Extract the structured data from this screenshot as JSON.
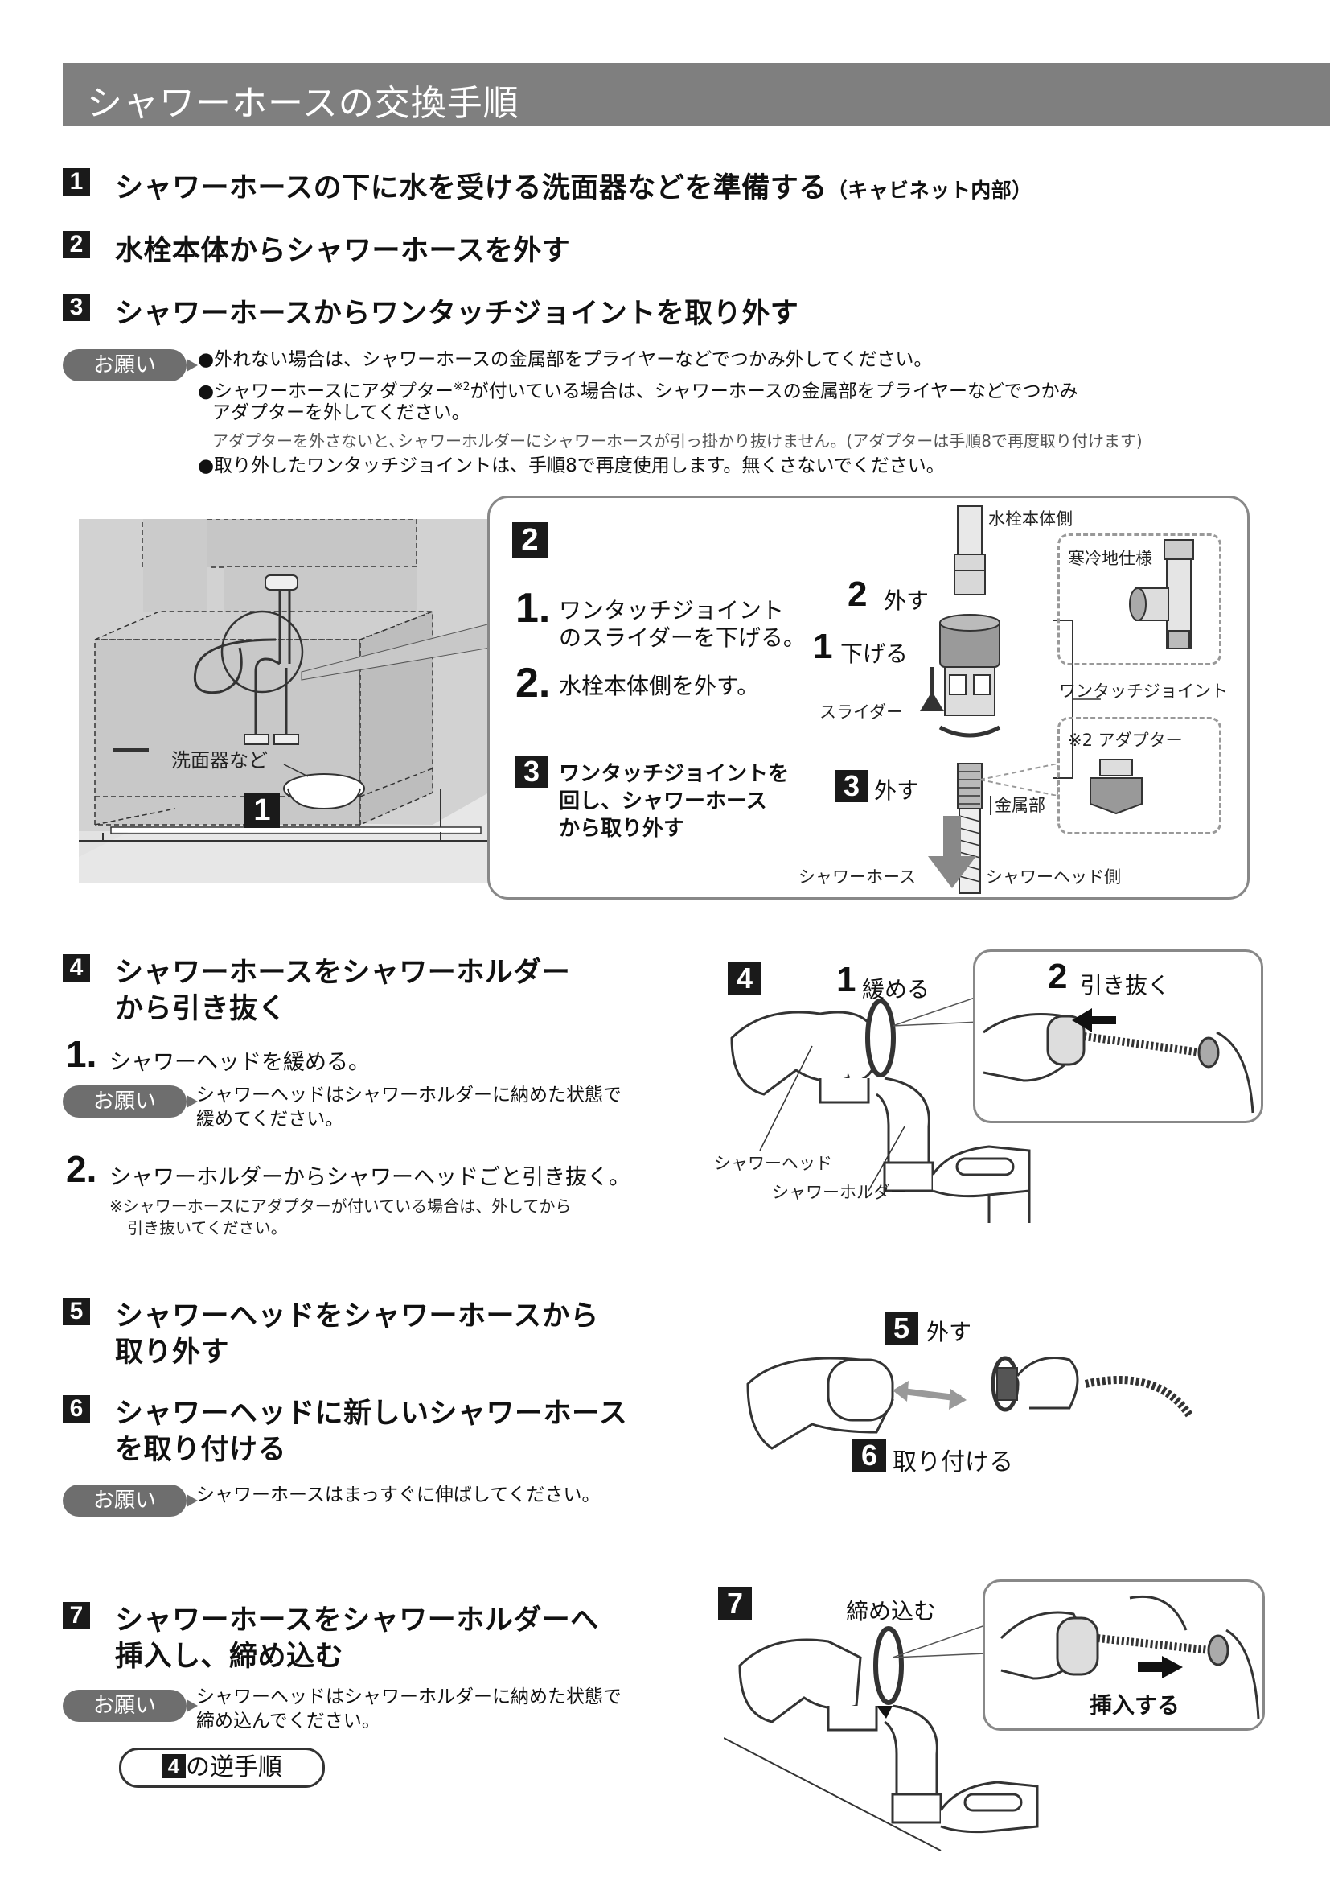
{
  "header": {
    "title": "シャワーホースの交換手順"
  },
  "steps": [
    {
      "num": "1",
      "text": "シャワーホースの下に水を受ける洗面器などを準備する",
      "sub": "（キャビネット内部）"
    },
    {
      "num": "2",
      "text": "水栓本体からシャワーホースを外す"
    },
    {
      "num": "3",
      "text": "シャワーホースからワンタッチジョイントを取り外す"
    },
    {
      "num": "4",
      "line1": "シャワーホースをシャワーホルダー",
      "line2": "から引き抜く"
    },
    {
      "num": "5",
      "line1": "シャワーヘッドをシャワーホースから",
      "line2": "取り外す"
    },
    {
      "num": "6",
      "line1": "シャワーヘッドに新しいシャワーホース",
      "line2": "を取り付ける"
    },
    {
      "num": "7",
      "line1": "シャワーホースをシャワーホルダーへ",
      "line2": "挿入し、締め込む"
    }
  ],
  "pill": "お願い",
  "notes3": {
    "b1": "●外れない場合は、シャワーホースの金属部をプライヤーなどでつかみ外してください。",
    "b2a": "●シャワーホースにアダプター",
    "b2sup": "※2",
    "b2b": "が付いている場合は、シャワーホースの金属部をプライヤーなどでつかみ",
    "b2c": "アダプターを外してください。",
    "b2d": "アダプターを外さないと､シャワーホルダーにシャワーホースが引っ掛かり抜けません。(アダプターは手順8で再度取り付けます)",
    "b3": "●取り外したワンタッチジョイントは、手順8で再度使用します。無くさないでください。"
  },
  "fig1": {
    "basin": "洗面器など",
    "num": "1"
  },
  "fig2": {
    "num": "2",
    "i1num": "1.",
    "i1a": "ワンタッチジョイント",
    "i1b": "のスライダーを下げる。",
    "i2num": "2.",
    "i2": "水栓本体側を外す。",
    "i3num": "3",
    "i3a": "ワンタッチジョイントを",
    "i3b": "回し、シャワーホース",
    "i3c": "から取り外す",
    "top": "水栓本体側",
    "a2n": "2",
    "a2": "外す",
    "a1n": "1",
    "a1": "下げる",
    "slider": "スライダー",
    "joint": "ワンタッチジョイント",
    "a3n": "3",
    "a3": "外す",
    "metal": "金属部",
    "hose": "シャワーホース",
    "headside": "シャワーヘッド側",
    "cold": "寒冷地仕様",
    "adapter": "※2 アダプター"
  },
  "step4": {
    "s1num": "1.",
    "s1": "シャワーヘッドを緩める。",
    "note": [
      "シャワーヘッドはシャワーホルダーに納めた状態で",
      "緩めてください。"
    ],
    "s2num": "2.",
    "s2": "シャワーホルダーからシャワーヘッドごと引き抜く。",
    "s2n1": "※シャワーホースにアダプターが付いている場合は、外してから",
    "s2n2": "引き抜いてください。",
    "fig": {
      "num": "4",
      "l1n": "1",
      "l1": "緩める",
      "l2n": "2",
      "l2": "引き抜く",
      "head": "シャワーヘッド",
      "holder": "シャワーホルダー"
    }
  },
  "step56": {
    "note": "シャワーホースはまっすぐに伸ばしてください。",
    "fig": {
      "n5": "5",
      "l5": "外す",
      "n6": "6",
      "l6": "取り付ける"
    }
  },
  "step7": {
    "note": [
      "シャワーヘッドはシャワーホルダーに納めた状態で",
      "締め込んでください。"
    ],
    "reverse_num": "4",
    "reverse": "の逆手順",
    "fig": {
      "num": "7",
      "l1": "締め込む",
      "l2": "挿入する"
    }
  }
}
